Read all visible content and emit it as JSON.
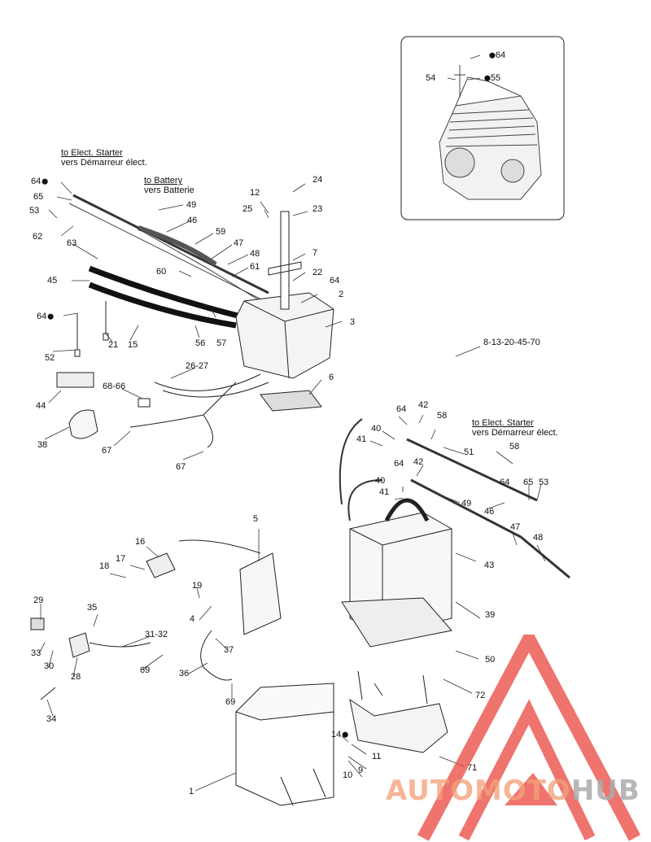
{
  "notes": {
    "elect_starter_top": {
      "en": "to Elect. Starter",
      "fr": "vers Démarreur élect."
    },
    "battery": {
      "en": "to Battery",
      "fr": "vers Batterie"
    },
    "elect_starter_right": {
      "en": "to Elect. Starter",
      "fr": "vers Démarreur élect."
    }
  },
  "drop_icon": "oil-drop-icon",
  "callouts": [
    {
      "id": "c64a",
      "text": "64",
      "drop": true
    },
    {
      "id": "c54",
      "text": "54"
    },
    {
      "id": "c55",
      "text": "55",
      "drop": true
    },
    {
      "id": "c64b",
      "text": "64",
      "drop": true
    },
    {
      "id": "c65a",
      "text": "65"
    },
    {
      "id": "c53a",
      "text": "53"
    },
    {
      "id": "c62",
      "text": "62"
    },
    {
      "id": "c63",
      "text": "63"
    },
    {
      "id": "c49a",
      "text": "49"
    },
    {
      "id": "c46a",
      "text": "46"
    },
    {
      "id": "c12",
      "text": "12"
    },
    {
      "id": "c24",
      "text": "24"
    },
    {
      "id": "c25",
      "text": "25"
    },
    {
      "id": "c23",
      "text": "23"
    },
    {
      "id": "c59",
      "text": "59"
    },
    {
      "id": "c47a",
      "text": "47"
    },
    {
      "id": "c48a",
      "text": "48"
    },
    {
      "id": "c7",
      "text": "7"
    },
    {
      "id": "c60",
      "text": "60"
    },
    {
      "id": "c61",
      "text": "61"
    },
    {
      "id": "c22",
      "text": "22"
    },
    {
      "id": "c45",
      "text": "45"
    },
    {
      "id": "c64c",
      "text": "64"
    },
    {
      "id": "c2",
      "text": "2"
    },
    {
      "id": "c64d",
      "text": "64",
      "drop": true
    },
    {
      "id": "c3",
      "text": "3"
    },
    {
      "id": "c52",
      "text": "52"
    },
    {
      "id": "c21",
      "text": "21"
    },
    {
      "id": "c15",
      "text": "15"
    },
    {
      "id": "c56",
      "text": "56"
    },
    {
      "id": "c57",
      "text": "57"
    },
    {
      "id": "c8set",
      "text": "8-13-20-45-70"
    },
    {
      "id": "c2627",
      "text": "26-27"
    },
    {
      "id": "c6",
      "text": "6"
    },
    {
      "id": "c44",
      "text": "44"
    },
    {
      "id": "c6866",
      "text": "68-66"
    },
    {
      "id": "c38",
      "text": "38"
    },
    {
      "id": "c67a",
      "text": "67"
    },
    {
      "id": "c67b",
      "text": "67"
    },
    {
      "id": "c64e",
      "text": "64"
    },
    {
      "id": "c42a",
      "text": "42"
    },
    {
      "id": "c58a",
      "text": "58"
    },
    {
      "id": "c40a",
      "text": "40"
    },
    {
      "id": "c41a",
      "text": "41"
    },
    {
      "id": "c51",
      "text": "51"
    },
    {
      "id": "c58b",
      "text": "58"
    },
    {
      "id": "c64f",
      "text": "64"
    },
    {
      "id": "c42b",
      "text": "42"
    },
    {
      "id": "c40b",
      "text": "40"
    },
    {
      "id": "c41b",
      "text": "41"
    },
    {
      "id": "c64g",
      "text": "64"
    },
    {
      "id": "c65b",
      "text": "65"
    },
    {
      "id": "c53b",
      "text": "53"
    },
    {
      "id": "c49b",
      "text": "49"
    },
    {
      "id": "c46b",
      "text": "46"
    },
    {
      "id": "c47b",
      "text": "47"
    },
    {
      "id": "c48b",
      "text": "48"
    },
    {
      "id": "c5",
      "text": "5"
    },
    {
      "id": "c16",
      "text": "16"
    },
    {
      "id": "c17",
      "text": "17"
    },
    {
      "id": "c18",
      "text": "18"
    },
    {
      "id": "c19",
      "text": "19"
    },
    {
      "id": "c43",
      "text": "43"
    },
    {
      "id": "c39",
      "text": "39"
    },
    {
      "id": "c4",
      "text": "4"
    },
    {
      "id": "c29",
      "text": "29"
    },
    {
      "id": "c35",
      "text": "35"
    },
    {
      "id": "c3132",
      "text": "31-32"
    },
    {
      "id": "c37",
      "text": "37"
    },
    {
      "id": "c33",
      "text": "33"
    },
    {
      "id": "c30",
      "text": "30"
    },
    {
      "id": "c28",
      "text": "28"
    },
    {
      "id": "c69a",
      "text": "69"
    },
    {
      "id": "c36",
      "text": "36"
    },
    {
      "id": "c69b",
      "text": "69"
    },
    {
      "id": "c34",
      "text": "34"
    },
    {
      "id": "c50",
      "text": "50"
    },
    {
      "id": "c72",
      "text": "72"
    },
    {
      "id": "c14",
      "text": "14",
      "drop": true
    },
    {
      "id": "c11",
      "text": "11"
    },
    {
      "id": "c9",
      "text": "9"
    },
    {
      "id": "c10",
      "text": "10"
    },
    {
      "id": "c71",
      "text": "71"
    },
    {
      "id": "c1",
      "text": "1"
    }
  ],
  "watermark": {
    "brand_a": "AUTO",
    "brand_b": "MOTO",
    "brand_c": "HUB",
    "color_red": "#e8453c",
    "color_grey": "#9a9a9a"
  }
}
